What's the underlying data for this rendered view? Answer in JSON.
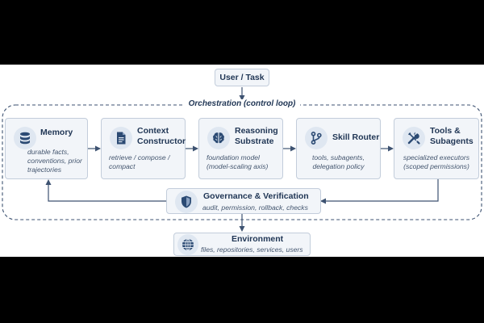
{
  "diagram": {
    "user_task": "User / Task",
    "orchestration": "Orchestration (control loop)",
    "memory": {
      "title": "Memory",
      "desc": [
        "durable facts,",
        "conventions, prior",
        "trajectories"
      ]
    },
    "context": {
      "title": [
        "Context",
        "Constructor"
      ],
      "desc": [
        "retrieve / compose /",
        "compact"
      ]
    },
    "reasoning": {
      "title": [
        "Reasoning",
        "Substrate"
      ],
      "desc": [
        "foundation model",
        "(model-scaling axis)"
      ]
    },
    "skill": {
      "title": "Skill Router",
      "desc": [
        "tools, subagents,",
        "delegation policy"
      ]
    },
    "tools": {
      "title": [
        "Tools &",
        "Subagents"
      ],
      "desc": [
        "specialized executors",
        "(scoped permissions)"
      ]
    },
    "governance": {
      "title": "Governance & Verification",
      "desc": "audit, permission, rollback, checks"
    },
    "environment": {
      "title": "Environment",
      "desc": "files, repositories, services, users"
    }
  },
  "icons": {
    "memory": "database-icon",
    "context": "document-icon",
    "reasoning": "brain-icon",
    "skill": "branch-icon",
    "tools": "wrench-screwdriver-icon",
    "governance": "shield-icon",
    "environment": "globe-icon"
  },
  "colors": {
    "border": "#c3cddb",
    "fill": "#f2f5f9",
    "text": "#1f3554",
    "icon": "#2b4a73",
    "connector": "#3d5271"
  }
}
